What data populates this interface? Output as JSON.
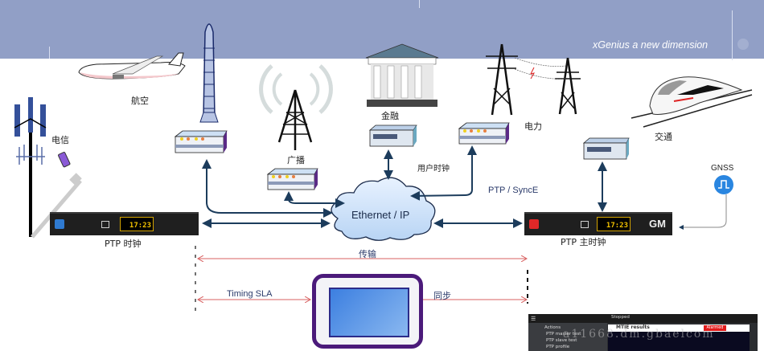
{
  "header": {
    "tagline": "xGenius a new dimension"
  },
  "sectors": {
    "telecom": "电信",
    "aviation": "航空",
    "broadcast": "广播",
    "finance": "金融",
    "power": "电力",
    "transport": "交通",
    "gnss": "GNSS"
  },
  "labels": {
    "user_clock": "用户时钟",
    "ptp_synce": "PTP / SyncE",
    "ethernet_ip": "Ethernet / IP",
    "ptp_clock": "PTP 时钟",
    "ptp_master": "PTP 主时钟",
    "transmission": "传输",
    "timing_sla": "Timing SLA",
    "sync": "同步",
    "gm": "GM"
  },
  "devices": {
    "ptp_clock_display": "17:23",
    "ptp_master_display": "17:23"
  },
  "analyzer_screen": {
    "status": "Stopped",
    "panel_title": "MTIE results",
    "alarm": "Alarmed",
    "side_header": "Actions",
    "side_items": [
      "PTP master test",
      "PTP slave test",
      "PTP profile"
    ]
  },
  "watermark": "a11668.dm.gbaelcom"
}
